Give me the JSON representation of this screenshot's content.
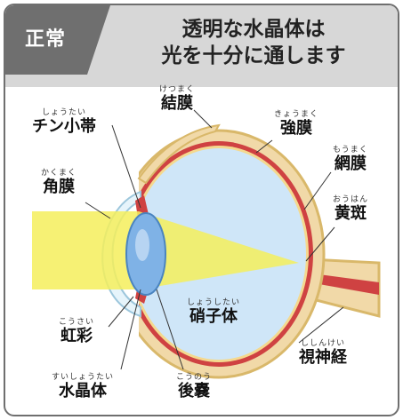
{
  "badge": "正常",
  "title": {
    "line1": "透明な水晶体は",
    "line2": "光を十分に通します"
  },
  "labels": {
    "ketsumaku": {
      "ruby": "けつまく",
      "term": "結膜"
    },
    "chinshotai": {
      "ruby": "しょうたい",
      "term": "チン小帯"
    },
    "kyomaku": {
      "ruby": "きょうまく",
      "term": "強膜"
    },
    "momaku": {
      "ruby": "もうまく",
      "term": "網膜"
    },
    "kakumaku": {
      "ruby": "かくまく",
      "term": "角膜"
    },
    "ohan": {
      "ruby": "おうはん",
      "term": "黄斑"
    },
    "shoshitai": {
      "ruby": "しょうしたい",
      "term": "硝子体"
    },
    "kosai": {
      "ruby": "こうさい",
      "term": "虹彩"
    },
    "shishinkei": {
      "ruby": "ししんけい",
      "term": "視神経"
    },
    "suishotai": {
      "ruby": "すいしょうたい",
      "term": "水晶体"
    },
    "konou": {
      "ruby": "こうのう",
      "term": "後嚢"
    }
  },
  "colors": {
    "header_bg": "#d7d7d7",
    "badge_bg": "#6f6f6f",
    "light_beam": "#f4ef5c",
    "sclera_outer": "#d9b86a",
    "sclera_inner": "#f1d9a8",
    "choroid": "#cf4242",
    "vitreous": "#cfe6f8",
    "lens": "#7fb2e6",
    "cornea": "#e6f4fb"
  }
}
